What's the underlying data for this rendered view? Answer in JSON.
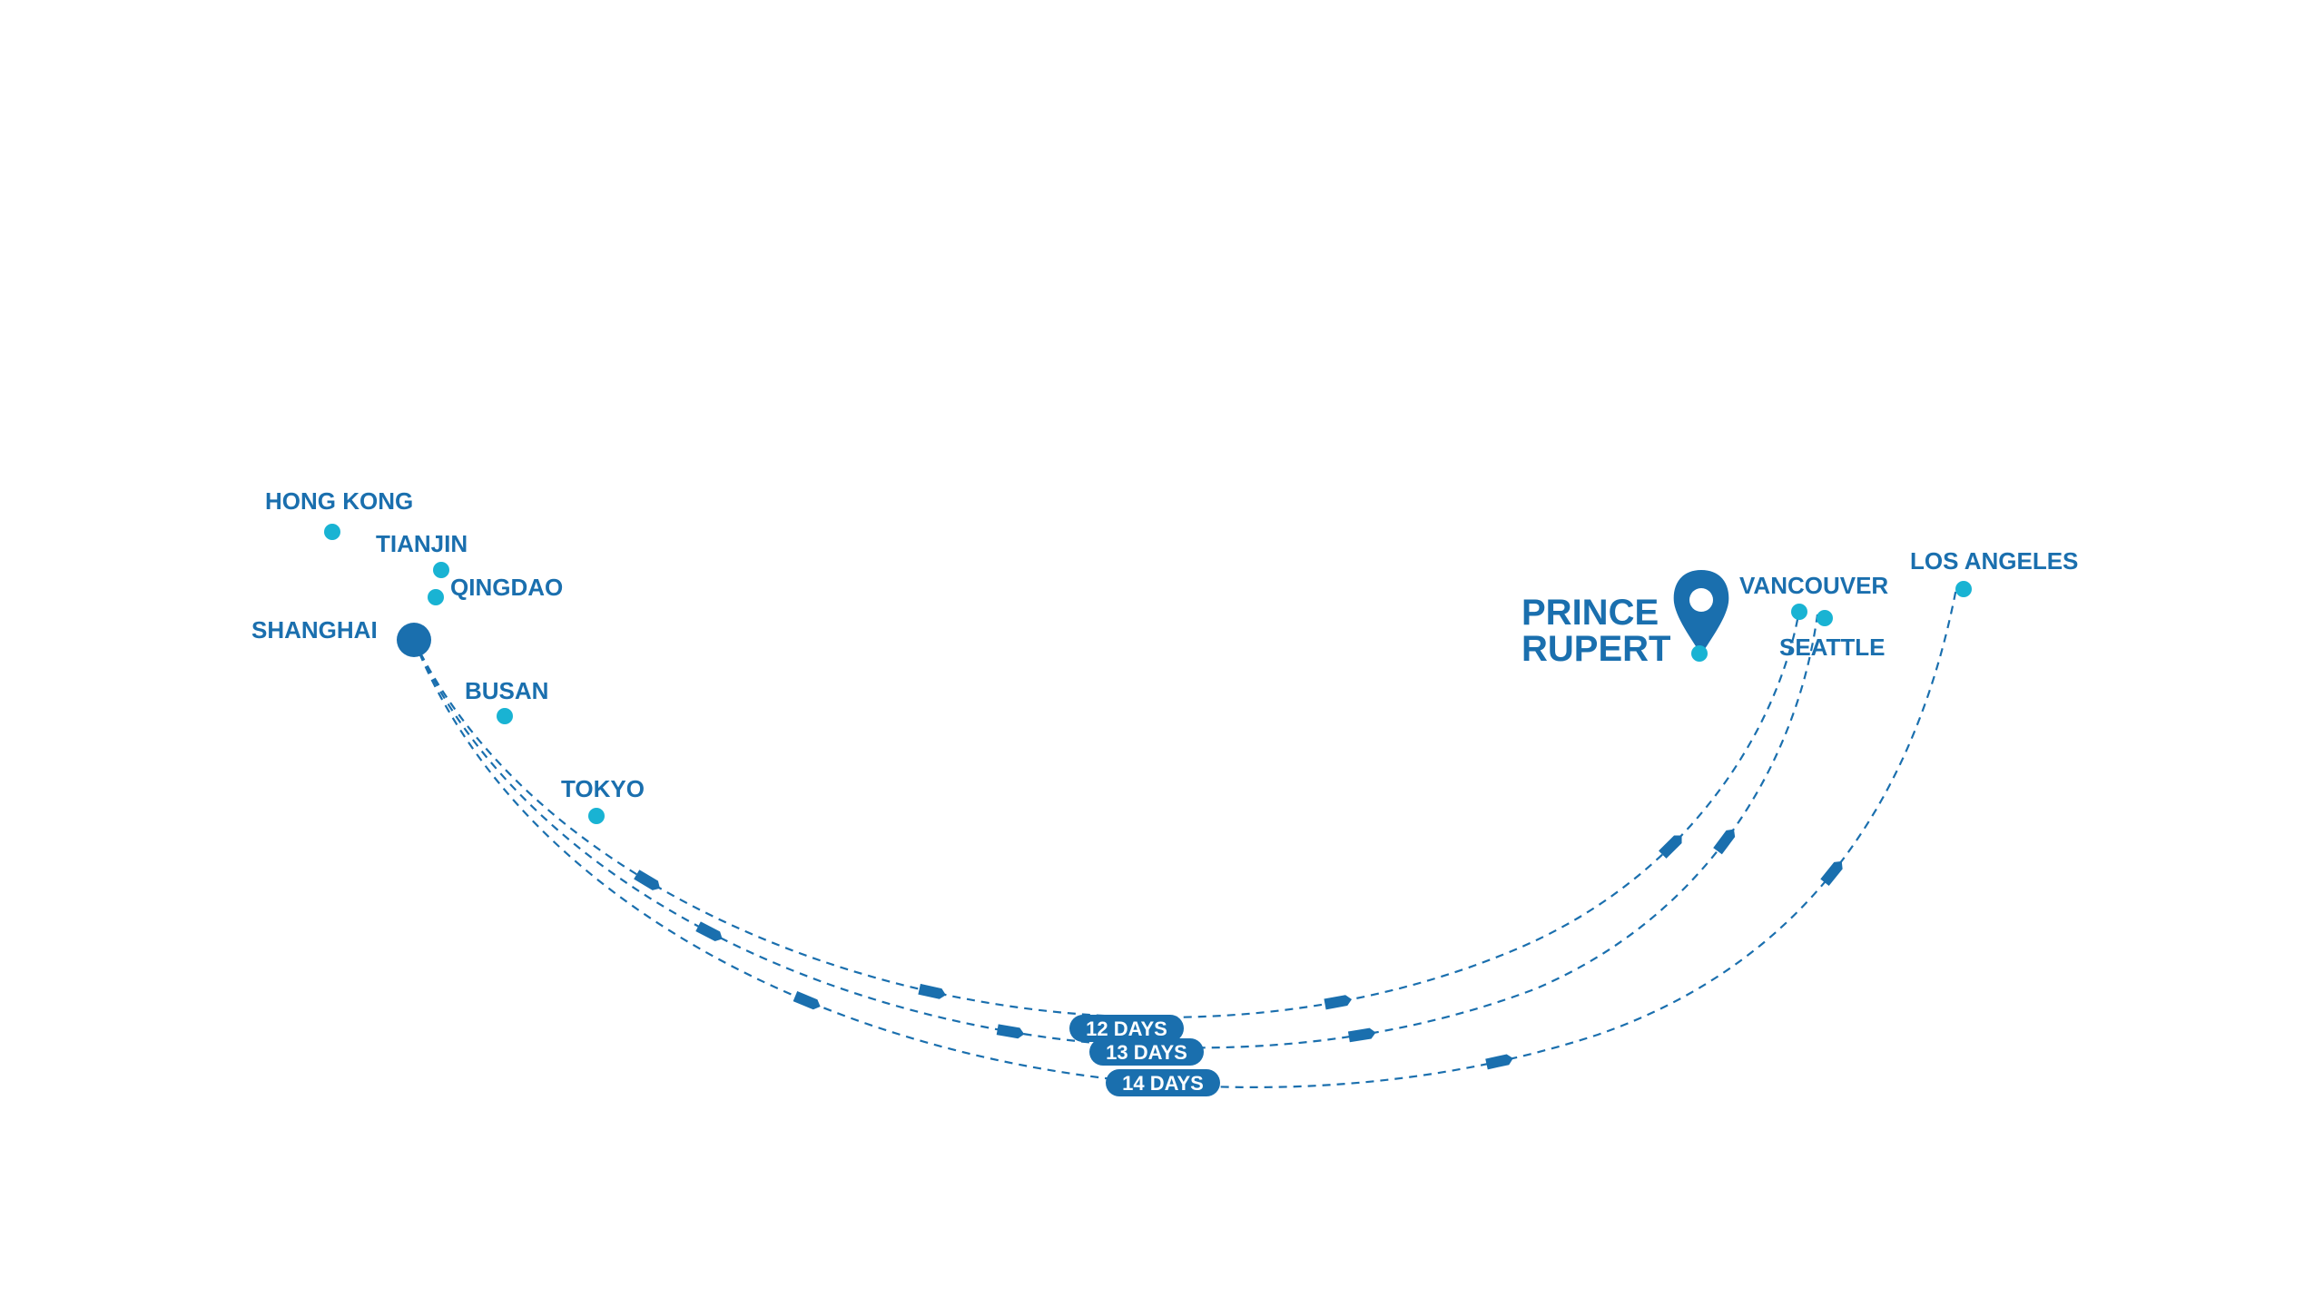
{
  "colors": {
    "primary": "#1a6fae",
    "port_dot": "#19b3d3",
    "label_text": "#ffffff"
  },
  "hub": {
    "line1": "PRINCE",
    "line2": "RUPERT",
    "icon": "map-pin-icon"
  },
  "origin": {
    "name": "SHANGHAI"
  },
  "ports": {
    "hong_kong": "HONG KONG",
    "tianjin": "TIANJIN",
    "qingdao": "QINGDAO",
    "busan": "BUSAN",
    "tokyo": "TOKYO",
    "vancouver": "VANCOUVER",
    "seattle": "SEATTLE",
    "los_angeles": "LOS ANGELES"
  },
  "routes": {
    "vancouver": {
      "days": "12 DAYS"
    },
    "seattle": {
      "days": "13 DAYS"
    },
    "los_angeles": {
      "days": "14 DAYS"
    }
  }
}
